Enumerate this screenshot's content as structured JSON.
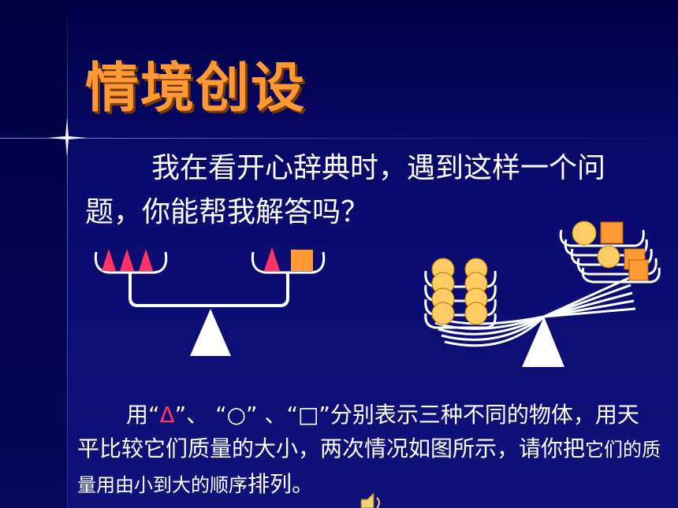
{
  "title": "情境创设",
  "intro": "我在看开心辞典时，遇到这样一个问题，你能帮我解答吗？",
  "problem": {
    "p1": "用“",
    "sym_triangle": "Δ",
    "p2": "”、 “",
    "sym_circle": "○",
    "p3": "” 、“",
    "sym_square": "□",
    "p4": "”分别表示三种不同的物体，用天平比较它们质量的大小，两次情况如图所示，请你把",
    "p5": "它们的质量用由小到大的顺序",
    "p6": "排列。"
  },
  "colors": {
    "title": "#ff9933",
    "triangle": "#ff3366",
    "square": "#ff9933",
    "circle": "#ffcc66",
    "background": "#0a0a6e"
  },
  "icons": {
    "speaker": "speaker-icon"
  }
}
